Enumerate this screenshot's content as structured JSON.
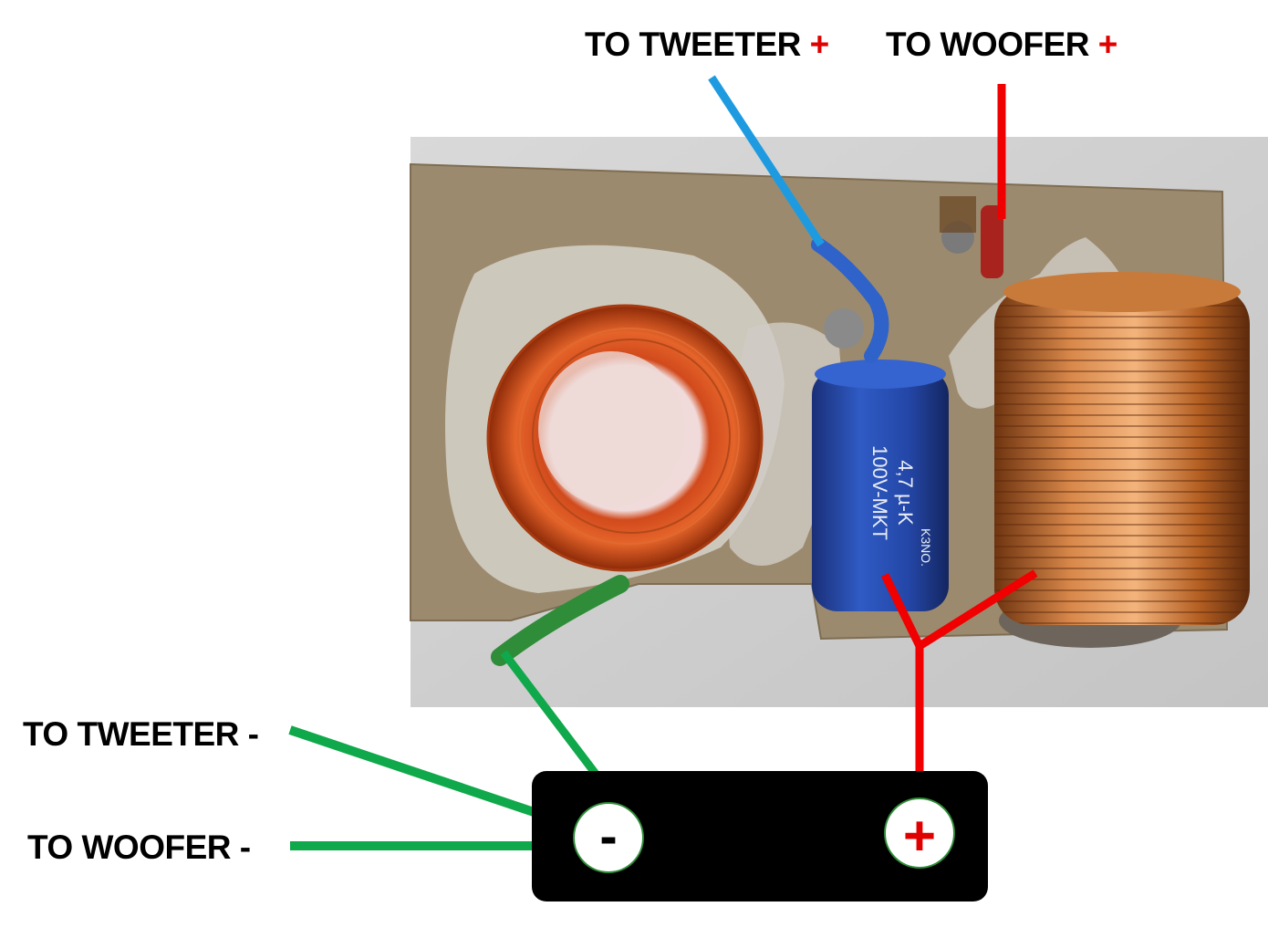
{
  "labels": {
    "to_tweeter_plus": {
      "text": "TO TWEETER",
      "sign": "+",
      "sign_color": "#e10000"
    },
    "to_woofer_plus": {
      "text": "TO WOOFER",
      "sign": "+",
      "sign_color": "#e10000"
    },
    "to_tweeter_minus": {
      "text": "TO TWEETER -"
    },
    "to_woofer_minus": {
      "text": "TO WOOFER -"
    }
  },
  "capacitor_marking": {
    "line1": "4,7 µ-K",
    "line2": "100V-MKT",
    "line3": "K3NO."
  },
  "terminal_block": {
    "minus_symbol": "-",
    "plus_symbol": "+"
  },
  "colors": {
    "wire_red": "#f00000",
    "wire_green": "#0fa84a",
    "wire_blue": "#1e9be0",
    "terminal_block": "#000000",
    "board": "#9c8a6e",
    "copper": "#c8702a",
    "capacitor": "#2447a8"
  }
}
